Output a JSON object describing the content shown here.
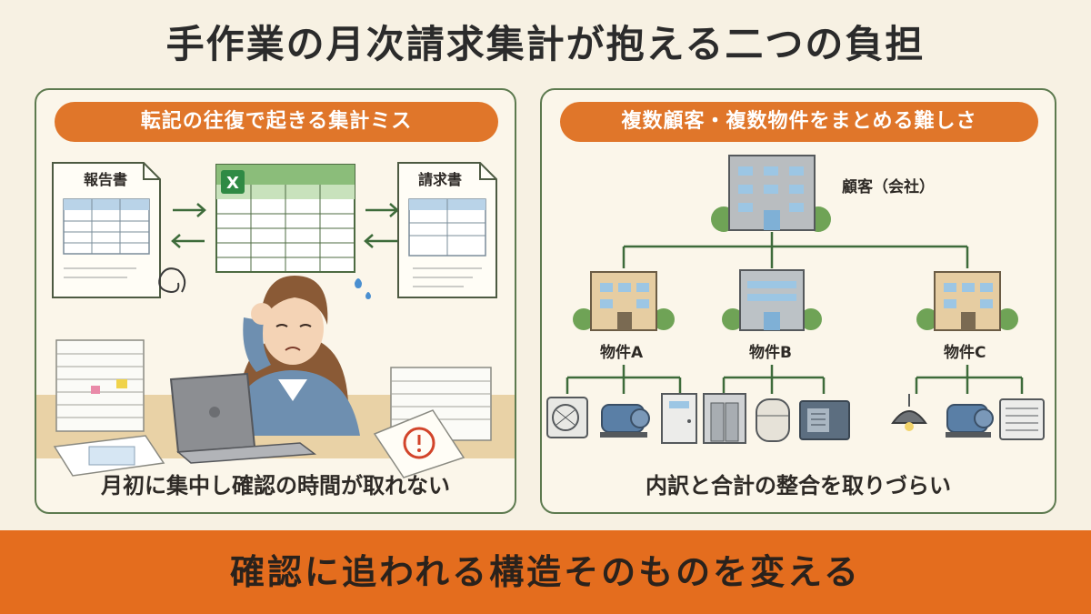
{
  "title": "手作業の月次請求集計が抱える二つの負担",
  "left_panel": {
    "heading": "転記の往復で起きる集計ミス",
    "doc_report": "報告書",
    "doc_excel_icon": "X",
    "doc_invoice": "請求書",
    "caption": "月初に集中し確認の時間が取れない"
  },
  "right_panel": {
    "heading": "複数顧客・複数物件をまとめる難しさ",
    "customer_label": "顧客（会社）",
    "properties": [
      "物件A",
      "物件B",
      "物件C"
    ],
    "caption": "内訳と合計の整合を取りづらい"
  },
  "footer": "確認に追われる構造そのものを変える",
  "colors": {
    "accent": "#e0762a",
    "footer": "#e46d1e",
    "green": "#5d7a4f",
    "excel": "#3f8f4f"
  }
}
